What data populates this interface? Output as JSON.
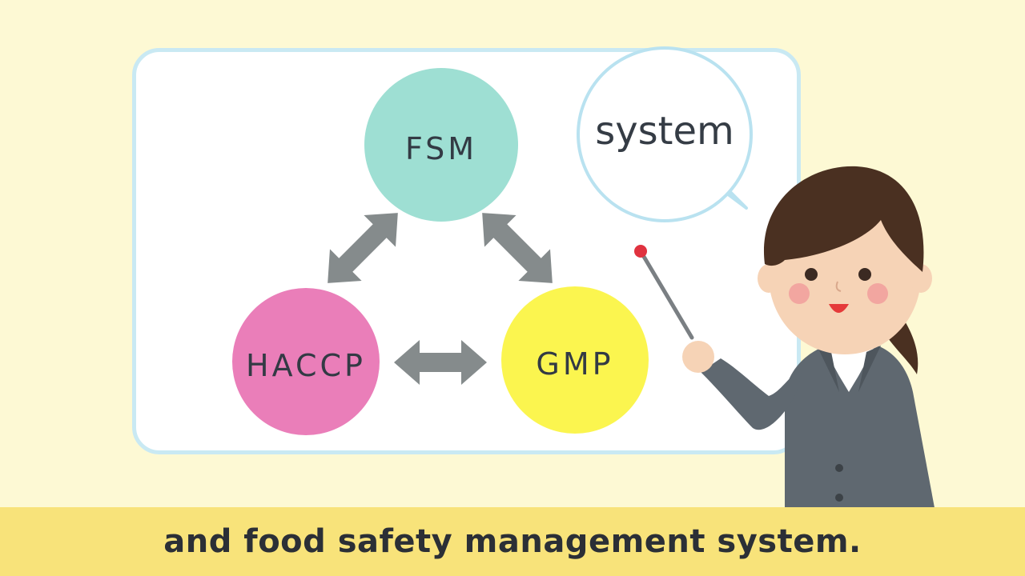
{
  "diagram": {
    "nodes": [
      {
        "id": "fsm",
        "label": "FSM",
        "color": "#9edfd3"
      },
      {
        "id": "haccp",
        "label": "HACCP",
        "color": "#ea7eb9"
      },
      {
        "id": "gmp",
        "label": "GMP",
        "color": "#fbf54f"
      }
    ],
    "edges": [
      {
        "from": "fsm",
        "to": "haccp",
        "type": "bidirectional"
      },
      {
        "from": "fsm",
        "to": "gmp",
        "type": "bidirectional"
      },
      {
        "from": "haccp",
        "to": "gmp",
        "type": "bidirectional"
      }
    ],
    "arrow_color": "#858b8c"
  },
  "speech_bubble": {
    "text": "system"
  },
  "caption": {
    "text": "and food safety management system."
  },
  "colors": {
    "background": "#fdf9d4",
    "board_border": "#c9e9f3",
    "caption_bar": "#f8e37a"
  }
}
